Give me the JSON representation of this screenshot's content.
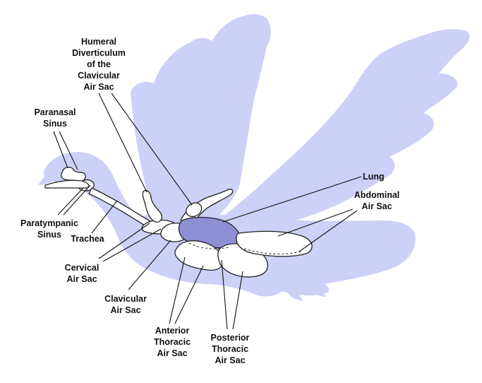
{
  "colors": {
    "silhouette": "#cdd0f7",
    "lung": "#8f8fd6",
    "outline": "#222222",
    "text": "#111111"
  },
  "labels": {
    "humeral": [
      "Humeral",
      "Diverticulum",
      "of the",
      "Clavicular",
      "Air Sac"
    ],
    "paranasal": [
      "Paranasal",
      "Sinus"
    ],
    "lung": [
      "Lung"
    ],
    "abdominal": [
      "Abdominal",
      "Air Sac"
    ],
    "paratympanic": [
      "Paratympanic",
      "Sinus"
    ],
    "trachea": [
      "Trachea"
    ],
    "cervical": [
      "Cervical",
      "Air Sac"
    ],
    "clavicular": [
      "Clavicular",
      "Air Sac"
    ],
    "anterior_thoracic": [
      "Anterior",
      "Thoracic",
      "Air Sac"
    ],
    "posterior_thoracic": [
      "Posterior",
      "Thoracic",
      "Air Sac"
    ]
  }
}
